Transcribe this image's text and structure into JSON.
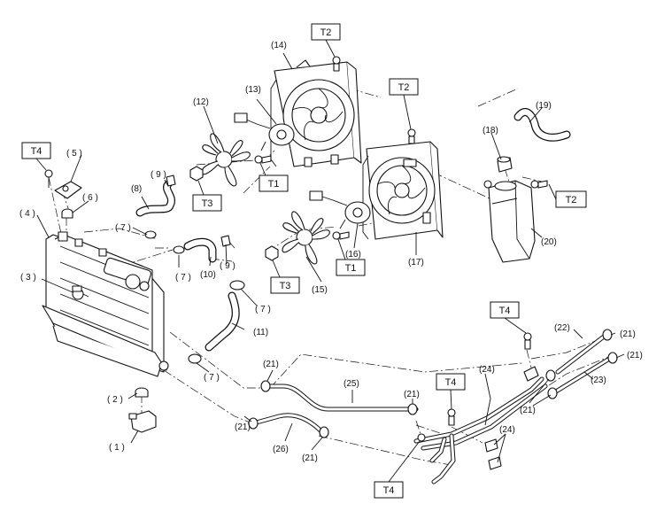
{
  "callouts": [
    {
      "id": "c1",
      "text": "( 1 )"
    },
    {
      "id": "c2",
      "text": "( 2 )"
    },
    {
      "id": "c3",
      "text": "( 3 )"
    },
    {
      "id": "c4",
      "text": "( 4 )"
    },
    {
      "id": "c5",
      "text": "( 5 )"
    },
    {
      "id": "c6",
      "text": "( 6 )"
    },
    {
      "id": "c7a",
      "text": "( 7 )"
    },
    {
      "id": "c7b",
      "text": "( 7 )"
    },
    {
      "id": "c7c",
      "text": "( 7 )"
    },
    {
      "id": "c7d",
      "text": "( 7 )"
    },
    {
      "id": "c8",
      "text": "(8)"
    },
    {
      "id": "c9a",
      "text": "( 9 )"
    },
    {
      "id": "c9b",
      "text": "( 9 )"
    },
    {
      "id": "c10",
      "text": "(10)"
    },
    {
      "id": "c11",
      "text": "(11)"
    },
    {
      "id": "c12",
      "text": "(12)"
    },
    {
      "id": "c13",
      "text": "(13)"
    },
    {
      "id": "c14",
      "text": "(14)"
    },
    {
      "id": "c15",
      "text": "(15)"
    },
    {
      "id": "c16",
      "text": "(16)"
    },
    {
      "id": "c17",
      "text": "(17)"
    },
    {
      "id": "c18",
      "text": "(18)"
    },
    {
      "id": "c19",
      "text": "(19)"
    },
    {
      "id": "c20",
      "text": "(20)"
    },
    {
      "id": "c21a",
      "text": "(21)"
    },
    {
      "id": "c21b",
      "text": "(21)"
    },
    {
      "id": "c21c",
      "text": "(21)"
    },
    {
      "id": "c21d",
      "text": "(21)"
    },
    {
      "id": "c21e",
      "text": "(21)"
    },
    {
      "id": "c21f",
      "text": "(21)"
    },
    {
      "id": "c21g",
      "text": "(21)"
    },
    {
      "id": "c22",
      "text": "(22)"
    },
    {
      "id": "c23",
      "text": "(23)"
    },
    {
      "id": "c24a",
      "text": "(24)"
    },
    {
      "id": "c24b",
      "text": "(24)"
    },
    {
      "id": "c25",
      "text": "(25)"
    },
    {
      "id": "c26",
      "text": "(26)"
    }
  ],
  "torque_labels": [
    {
      "id": "t2a",
      "text": "T2"
    },
    {
      "id": "t2b",
      "text": "T2"
    },
    {
      "id": "t2c",
      "text": "T2"
    },
    {
      "id": "t4a",
      "text": "T4"
    },
    {
      "id": "t4b",
      "text": "T4"
    },
    {
      "id": "t4c",
      "text": "T4"
    },
    {
      "id": "t4d",
      "text": "T4"
    },
    {
      "id": "t1a",
      "text": "T1"
    },
    {
      "id": "t1b",
      "text": "T1"
    },
    {
      "id": "t3a",
      "text": "T3"
    },
    {
      "id": "t3b",
      "text": "T3"
    }
  ]
}
